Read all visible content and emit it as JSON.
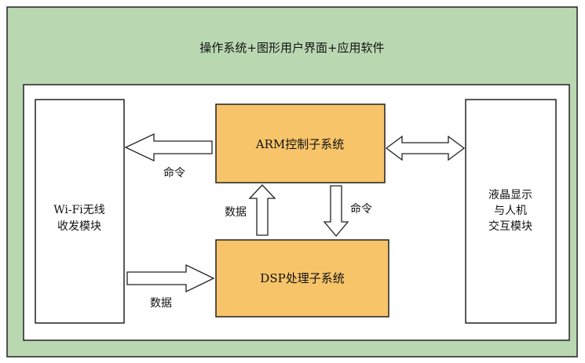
{
  "diagram": {
    "outer_label": "操作系统+图形用户界面+应用软件",
    "nodes": {
      "wifi": {
        "lines": [
          "Wi-Fi无线",
          "收发模块"
        ]
      },
      "arm": {
        "label": "ARM控制子系统"
      },
      "dsp": {
        "label": "DSP处理子系统"
      },
      "lcd": {
        "lines": [
          "液晶显示",
          "与人机",
          "交互模块"
        ]
      }
    },
    "edges": [
      {
        "from": "arm",
        "to": "wifi",
        "label": "命令"
      },
      {
        "from": "wifi",
        "to": "dsp",
        "label": "数据"
      },
      {
        "from": "dsp",
        "to": "arm",
        "label": "数据"
      },
      {
        "from": "arm",
        "to": "dsp",
        "label": "命令"
      },
      {
        "from": "arm",
        "to": "lcd",
        "label": ""
      }
    ]
  },
  "colors": {
    "outer_fill": "#b9d8b2",
    "subsystem_fill": "#f7c46a",
    "box_fill": "#ffffff",
    "stroke": "#222222"
  }
}
